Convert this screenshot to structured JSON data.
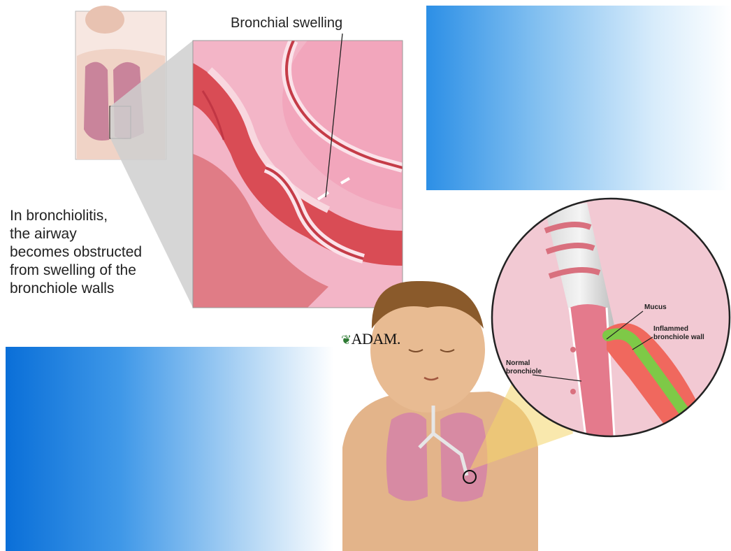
{
  "title_label": "Bronchial swelling",
  "caption": {
    "lines": [
      "In bronchiolitis,",
      "the airway",
      "becomes obstructed",
      "from swelling of the",
      "bronchiole walls"
    ]
  },
  "logo": {
    "leaf_glyph": "❦",
    "text": "ADAM."
  },
  "callouts": {
    "mucus": "Mucus",
    "inflamed_1": "Inflammed",
    "inflamed_2": "bronchiole wall",
    "normal_1": "Normal",
    "normal_2": "bronchiole"
  },
  "colors": {
    "tissue_pink": "#e88fa8",
    "airway_red": "#d94c55",
    "mucus_green": "#7ec947",
    "skin": "#e3b48a",
    "highlight_yellow": "#f4d66a"
  }
}
